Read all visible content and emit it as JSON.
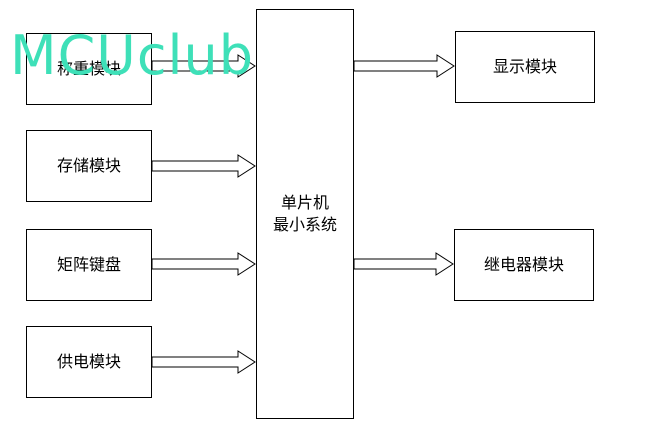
{
  "diagram": {
    "modules": {
      "weigh": "称重模块",
      "storage": "存储模块",
      "keypad": "矩阵键盘",
      "power": "供电模块",
      "mcu_line1": "单片机",
      "mcu_line2": "最小系统",
      "display": "显示模块",
      "relay": "继电器模块"
    },
    "connections": [
      {
        "from": "weigh",
        "to": "mcu"
      },
      {
        "from": "storage",
        "to": "mcu"
      },
      {
        "from": "keypad",
        "to": "mcu"
      },
      {
        "from": "power",
        "to": "mcu"
      },
      {
        "from": "mcu",
        "to": "display"
      },
      {
        "from": "mcu",
        "to": "relay"
      }
    ]
  },
  "watermark": {
    "text": "MCUclub",
    "color": "#3ee0b8"
  }
}
